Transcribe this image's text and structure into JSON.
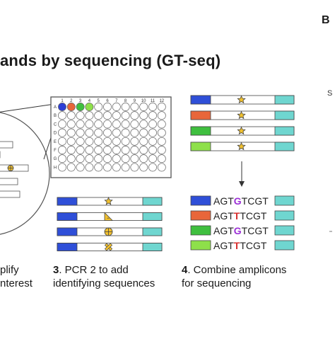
{
  "title": "ands by sequencing (GT-seq)",
  "panel_label": "B",
  "edge_char": "S",
  "plate": {
    "col_labels": [
      "1",
      "2",
      "3",
      "4",
      "5",
      "6",
      "7",
      "8",
      "9",
      "10",
      "11",
      "12"
    ],
    "row_labels": [
      "A",
      "B",
      "C",
      "D",
      "E",
      "F",
      "G",
      "H"
    ],
    "highlight_colors": [
      "#2d3fd6",
      "#e8663a",
      "#3fbf3f",
      "#8ee04a"
    ]
  },
  "steps": [
    {
      "line1": "plify",
      "line2": "nterest"
    },
    {
      "number": "3",
      "line1": ". PCR 2 to add",
      "line2": "identifying sequences"
    },
    {
      "number": "4",
      "line1": ". Combine amplicons",
      "line2": "for sequencing"
    }
  ],
  "marker_symbols": [
    "star",
    "triangle",
    "circle-cross",
    "x-cross"
  ],
  "step3_rows": [
    {
      "left": "#2f4fd8",
      "right": "#6fd6d0",
      "marker": "star"
    },
    {
      "left": "#2f4fd8",
      "right": "#6fd6d0",
      "marker": "triangle"
    },
    {
      "left": "#2f4fd8",
      "right": "#6fd6d0",
      "marker": "circle-cross"
    },
    {
      "left": "#2f4fd8",
      "right": "#6fd6d0",
      "marker": "x-cross"
    }
  ],
  "step4_rows": [
    {
      "left": "#2f4fd8",
      "right": "#6fd6d0",
      "marker": "star"
    },
    {
      "left": "#e8663a",
      "right": "#6fd6d0",
      "marker": "star"
    },
    {
      "left": "#3fbf3f",
      "right": "#6fd6d0",
      "marker": "star"
    },
    {
      "left": "#8ee04a",
      "right": "#6fd6d0",
      "marker": "star"
    }
  ],
  "sequences": [
    {
      "left": "#2f4fd8",
      "pre": "AGT",
      "snp": "G",
      "post": "TCGT",
      "snp_color": "#9b2fd6"
    },
    {
      "left": "#e8663a",
      "pre": "AGT",
      "snp": "T",
      "post": "TCGT",
      "snp_color": "#d62f2f"
    },
    {
      "left": "#3fbf3f",
      "pre": "AGT",
      "snp": "G",
      "post": "TCGT",
      "snp_color": "#9b2fd6"
    },
    {
      "left": "#8ee04a",
      "pre": "AGT",
      "snp": "T",
      "post": "TCGT",
      "snp_color": "#d62f2f"
    }
  ],
  "colors": {
    "tag_right": "#6fd6d0",
    "amplicon_body": "#ffffff",
    "symbol_fill": "#f2c12e"
  }
}
